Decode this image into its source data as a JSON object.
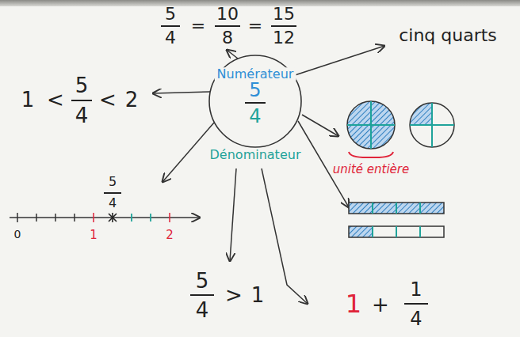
{
  "diagram": {
    "nodes": [
      {
        "text": [
          "Numérateur",
          "5",
          "4",
          "Dénominateur"
        ]
      }
    ],
    "labels": [
      "5",
      "4",
      "=",
      "10",
      "8",
      "=",
      "15",
      "12",
      "cinq quarts",
      "1",
      "<",
      "5",
      "4",
      "<",
      "2",
      "unité entière",
      "0",
      "1",
      "2",
      "5",
      "4",
      "5",
      "4",
      ">",
      "1",
      "1",
      "+",
      "1",
      "4"
    ]
  }
}
